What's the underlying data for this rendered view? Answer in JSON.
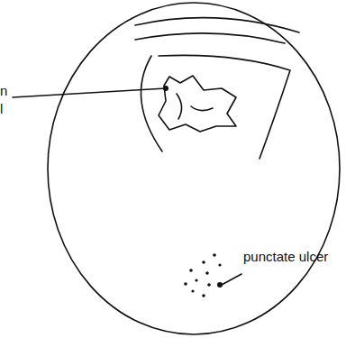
{
  "diagram": {
    "labels": [
      "n",
      "l",
      "punctate ulcer"
    ]
  }
}
